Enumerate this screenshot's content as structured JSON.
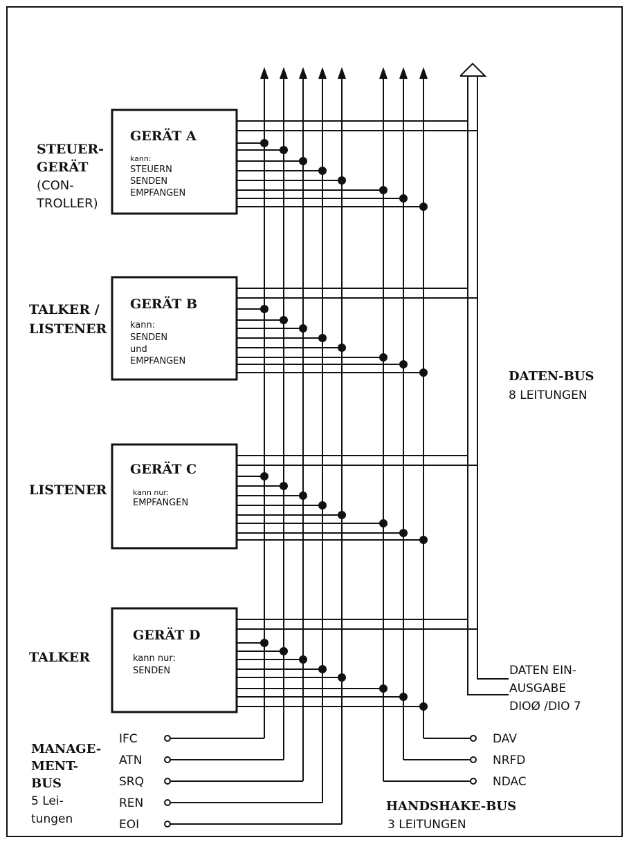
{
  "devices": [
    {
      "role": [
        "STEUER-",
        "GERÄT",
        "(CON-",
        "TROLLER)"
      ],
      "name": "GERÄT A",
      "kann": "kann:",
      "abilities": [
        "STEUERN",
        "SENDEN",
        "EMPFANGEN"
      ]
    },
    {
      "role": [
        "TALKER /",
        "LISTENER"
      ],
      "name": "GERÄT B",
      "kann": "kann:",
      "abilities": [
        "SENDEN",
        "und",
        "EMPFANGEN"
      ]
    },
    {
      "role": [
        "LISTENER"
      ],
      "name": "GERÄT C",
      "kann": "kann nur:",
      "abilities": [
        "EMPFANGEN"
      ]
    },
    {
      "role": [
        "TALKER"
      ],
      "name": "GERÄT D",
      "kann": "kann nur:",
      "abilities": [
        "SENDEN"
      ]
    }
  ],
  "management_bus": {
    "label": [
      "MANAGE-",
      "MENT-",
      "BUS"
    ],
    "count": [
      "5 Lei-",
      "tungen"
    ],
    "signals": [
      "IFC",
      "ATN",
      "SRQ",
      "REN",
      "EOI"
    ]
  },
  "handshake_bus": {
    "label": "HANDSHAKE-BUS",
    "count": "3 LEITUNGEN",
    "signals": [
      "DAV",
      "NRFD",
      "NDAC"
    ]
  },
  "data_bus": {
    "label": "DATEN-BUS",
    "count": "8 LEITUNGEN",
    "io_label": [
      "DATEN EIN-",
      "AUSGABE",
      "DIOØ /DIO 7"
    ]
  },
  "colors": {
    "ink": "#111111",
    "paper": "#ffffff"
  }
}
